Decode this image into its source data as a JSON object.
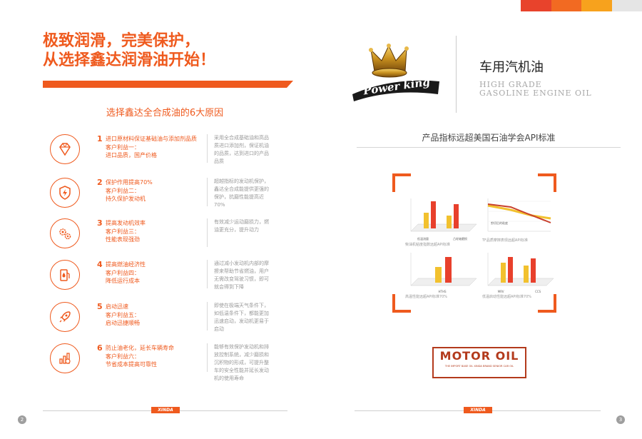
{
  "colors": {
    "accent": "#ef5a1e",
    "dark_accent": "#b33a1c",
    "gray_text": "#9a9a9a"
  },
  "stripes": [
    "#e8432c",
    "#f26a22",
    "#f7a21d",
    "#e5e5e5"
  ],
  "left_page": {
    "headline_line1": "极致润滑，完美保护，",
    "headline_line2": "从选择鑫达润滑油开始！",
    "subtitle": "选择鑫达全合成油的6大原因",
    "reasons": [
      {
        "num": "1",
        "icon": "diamond-icon",
        "lines": [
          "进口原材料保证基础油与添加剂品质",
          "客户利益一：",
          "进口品质，国产价格"
        ],
        "desc": "采用全合成基础油和高品质进口添加剂，保证机油的品质，达到进口的产品品质"
      },
      {
        "num": "2",
        "icon": "shield-icon",
        "lines": [
          "保护作用提高70%",
          "客户利益二：",
          "持久保护发动机"
        ],
        "desc": "超越指标的发动机保护，鑫达全合成能提供更强的保护，抗磨性能提高近70%"
      },
      {
        "num": "3",
        "icon": "gears-icon",
        "lines": [
          "提高发动机效率",
          "客户利益三：",
          "性能表现强劲"
        ],
        "desc": "有效减少运动磨损力，燃油更充分，提升动力"
      },
      {
        "num": "4",
        "icon": "fuel-icon",
        "lines": [
          "提高燃油经济性",
          "客户利益四：",
          "降低运行成本"
        ],
        "desc": "通过减小发动机内部的摩擦来帮助节省燃油，用户无需改变驾驶习惯，即可就会得到下降"
      },
      {
        "num": "5",
        "icon": "rocket-icon",
        "lines": [
          "启动迅速",
          "客户利益五：",
          "启动迅捷顺畅"
        ],
        "desc": "即使在极端天气条件下，如低温条件下，都能更加迅速启动，发动机更易于启动"
      },
      {
        "num": "6",
        "icon": "bar-chart-icon",
        "lines": [
          "防止油老化，延长车辆寿命",
          "客户利益六：",
          "节省成本提高可靠性"
        ],
        "desc": "能够有效保护发动机和排放控制系统，减少磨损和沉积物的形成，可提升整车的安全性能并延长发动机的使用寿命"
      }
    ],
    "footer_logo": "XINDA",
    "page_number": "2"
  },
  "right_page": {
    "brand_logo": "Power king",
    "product_cn": "车用汽机油",
    "product_en_line1": "HIGH GRADE",
    "product_en_line2": "GASOLINE ENGINE OIL",
    "standard": "产品指标远超美国石油学会API标准",
    "charts": [
      {
        "caption": "柴油机粘度指数远超API标准",
        "labels": [
          "低温流量",
          "凸轮轴磨损"
        ]
      },
      {
        "caption": "TF品质摩擦表现远超API标准",
        "labels": [
          "剪切后的粘度"
        ]
      },
      {
        "caption": "高温性能远超API标准70%",
        "labels": [
          "HTHS"
        ]
      },
      {
        "caption": "低温启动性能远超API标准70%",
        "labels": [
          "MRV",
          "CCS"
        ]
      }
    ],
    "motor_oil_title": "MOTOR OIL",
    "motor_oil_sub": "THE IMPORT BASE OIL XINDA BRAND SENIOR CAR OIL",
    "footer_logo": "XINDA",
    "page_number": "3"
  }
}
